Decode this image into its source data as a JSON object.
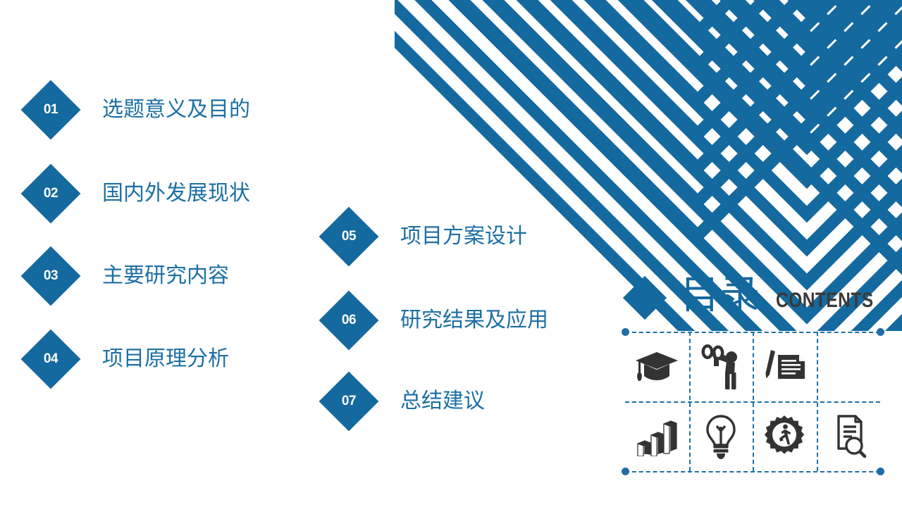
{
  "slide": {
    "type": "table-of-contents",
    "background_color": "#FFFFFF",
    "accent_color": "#14699F",
    "text_accent_color": "#1C6FA4",
    "dark_text_color": "#3A3A3A"
  },
  "title": {
    "chinese": "目录",
    "english": "CONTENTS",
    "diamond_icon": "diamond-bullet-icon"
  },
  "menu": {
    "column_left": [
      {
        "number": "01",
        "label": "选题意义及目的"
      },
      {
        "number": "02",
        "label": "国内外发展现状"
      },
      {
        "number": "03",
        "label": "主要研究内容"
      },
      {
        "number": "04",
        "label": "项目原理分析"
      }
    ],
    "column_right": [
      {
        "number": "05",
        "label": "项目方案设计"
      },
      {
        "number": "06",
        "label": "研究结果及应用"
      },
      {
        "number": "07",
        "label": "总结建议"
      }
    ]
  },
  "icon_grid": {
    "rows": 2,
    "columns": 4,
    "border_style": "dashed",
    "border_color": "#1F6FA5",
    "icon_color": "#333333",
    "cells": [
      {
        "icon": "graduation-cap-icon"
      },
      {
        "icon": "person-binoculars-icon"
      },
      {
        "icon": "pen-document-icon"
      },
      {
        "icon": "empty-cell"
      },
      {
        "icon": "bar-chart-3d-icon"
      },
      {
        "icon": "lightbulb-icon"
      },
      {
        "icon": "gear-person-icon"
      },
      {
        "icon": "document-magnifier-icon"
      }
    ]
  },
  "decoration": {
    "pattern": "nested-chevron-pattern",
    "pattern_color": "#14699F"
  }
}
